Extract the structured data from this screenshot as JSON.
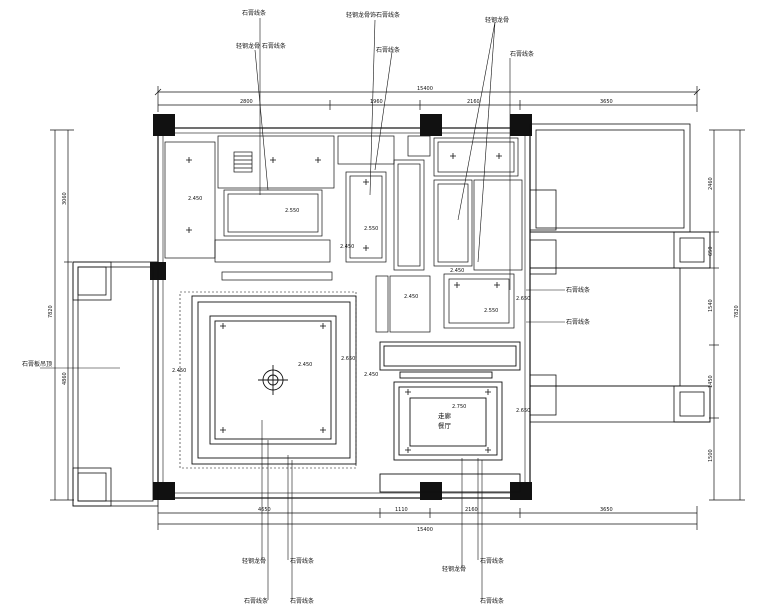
{
  "callouts": {
    "top_left_1": "石膏线条",
    "top_left_2": "轻钢龙骨  石膏线条",
    "top_mid_1": "轻钢龙骨饰石膏线条",
    "top_mid_2": "石膏线条",
    "top_right_1": "轻钢龙骨",
    "top_right_2": "石膏线条",
    "right_1": "石膏线条",
    "right_2": "石膏线条",
    "left_1": "石膏板吊顶",
    "bottom_1": "轻钢龙骨",
    "bottom_2": "石膏线条",
    "bottom_3": "石膏线条",
    "bottom_4": "石膏线条",
    "bottom_5": "轻钢龙骨",
    "bottom_6": "石膏线条",
    "bottom_7": "石膏线条"
  },
  "dimensions": {
    "top_total": "15400",
    "top_segments": [
      "2800",
      "1960",
      "2160",
      "3650"
    ],
    "bottom_total": "15400",
    "bottom_segments": [
      "4650",
      "1110",
      "2160",
      "3650"
    ],
    "left_total": "7820",
    "left_segments": [
      "3060",
      "4860"
    ],
    "right_total": "7820",
    "right_segments": [
      "2460",
      "650",
      "1540",
      "1450",
      "1500"
    ]
  },
  "room_labels": {
    "r1": "2.450",
    "r2": "2.550",
    "r3": "2.550",
    "r4": "2.450",
    "r5": "2.450",
    "r6": "2.550",
    "r7": "2.450",
    "r8": "2.650",
    "r9": "2.450",
    "r10": "2.450",
    "r11": "2.650",
    "r12": "2.450",
    "r13": "2.750",
    "r14": "2.650",
    "center_label_1": "走廊",
    "center_label_2": "餐厅"
  }
}
